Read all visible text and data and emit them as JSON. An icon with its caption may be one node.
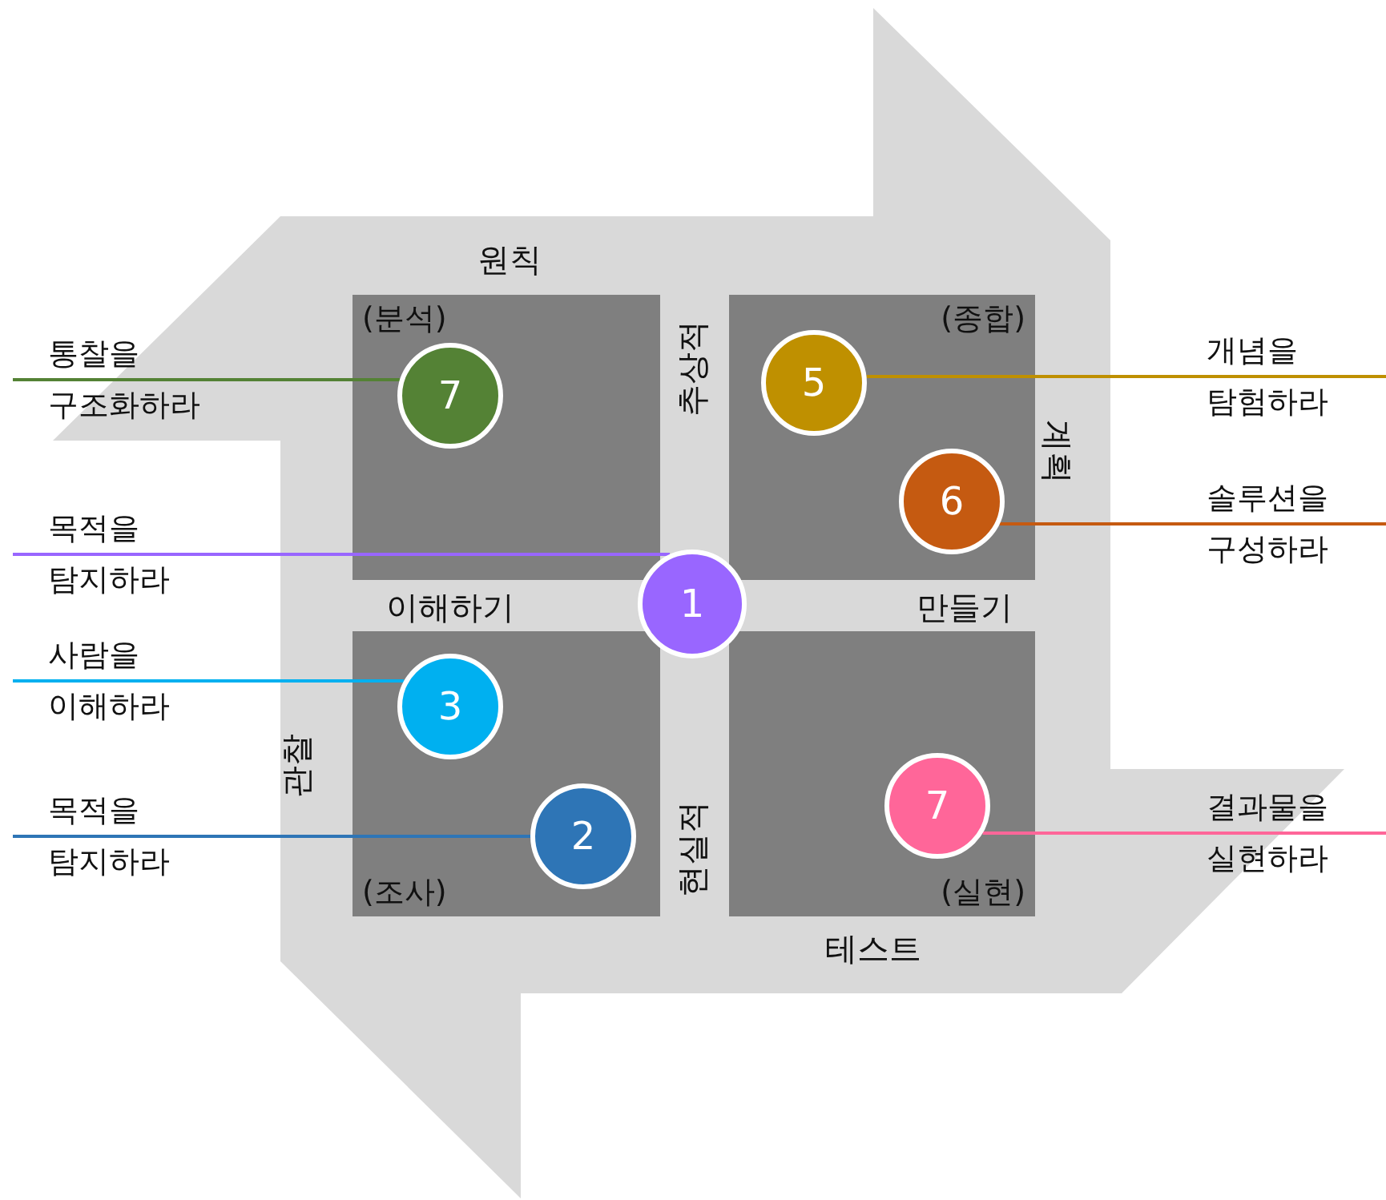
{
  "diagram": {
    "nodes": [
      {
        "text": [
          "(분석)"
        ]
      },
      {
        "text": [
          "7"
        ],
        "in": 0
      },
      {
        "text": [
          "(종합)"
        ]
      },
      {
        "text": [
          "5"
        ],
        "in": 2
      },
      {
        "text": [
          "6"
        ],
        "in": 2
      },
      {
        "text": [
          "1"
        ]
      },
      {
        "text": [
          "(조사)"
        ]
      },
      {
        "text": [
          "3"
        ],
        "in": 6
      },
      {
        "text": [
          "2"
        ],
        "in": 6
      },
      {
        "text": [
          "(실현)"
        ]
      },
      {
        "text": [
          "7"
        ],
        "in": 9
      },
      {
        "text": [
          "통찰을 구조화하라"
        ]
      },
      {
        "text": [
          "개념을 탐험하라"
        ]
      },
      {
        "text": [
          "목적을 탐지하라"
        ]
      },
      {
        "text": [
          "솔루션을 구성하라"
        ]
      },
      {
        "text": [
          "사람을 이해하라"
        ]
      },
      {
        "text": [
          "목적을 탐지하라"
        ]
      },
      {
        "text": [
          "결과물을 실현하라"
        ]
      }
    ],
    "edges": [
      {
        "from": 11,
        "to": 1,
        "arrow": "none",
        "color": "#548235"
      },
      {
        "from": 12,
        "to": 3,
        "arrow": "none",
        "color": "#bf9000"
      },
      {
        "from": 13,
        "to": 5,
        "arrow": "none",
        "color": "#9966ff"
      },
      {
        "from": 14,
        "to": 4,
        "arrow": "none",
        "color": "#c55a11"
      },
      {
        "from": 15,
        "to": 7,
        "arrow": "none",
        "color": "#00b0f0"
      },
      {
        "from": 16,
        "to": 8,
        "arrow": "none",
        "color": "#2e75b6"
      },
      {
        "from": 17,
        "to": 10,
        "arrow": "none",
        "color": "#ff6699"
      }
    ],
    "labels": [
      "원칙",
      "추상적",
      "계획",
      "이해하기",
      "만들기",
      "관찰",
      "현실적",
      "테스트"
    ]
  }
}
